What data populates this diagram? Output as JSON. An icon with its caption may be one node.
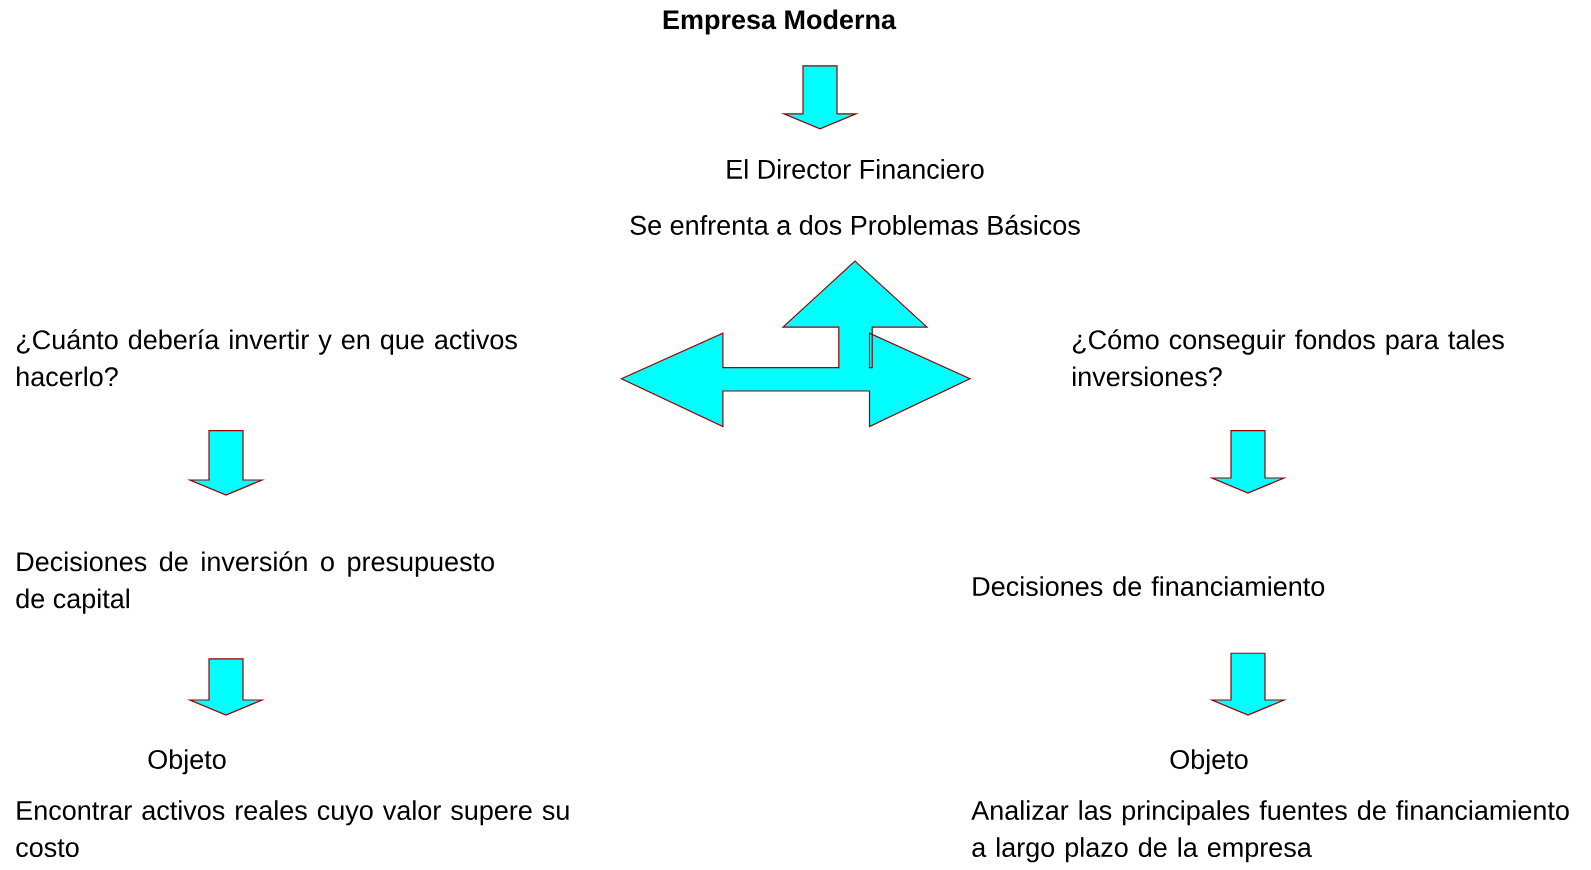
{
  "diagram": {
    "nodes": [
      {
        "text": [
          "Empresa Moderna"
        ]
      },
      {
        "text": [
          "El Director  Financiero",
          "Se enfrenta a dos Problemas Básicos"
        ]
      },
      {
        "text": [
          "¿Cuánto debería invertir y en que activos hacerlo?"
        ]
      },
      {
        "text": [
          "¿Cómo conseguir fondos para tales inversiones?"
        ]
      },
      {
        "text": [
          "Decisiones de inversión o presupuesto de capital"
        ]
      },
      {
        "text": [
          "Decisiones de financiamiento"
        ]
      },
      {
        "text": [
          "Objeto",
          "Encontrar activos reales cuyo valor supere su costo"
        ]
      },
      {
        "text": [
          "Objeto",
          "Analizar las principales fuentes de financiamiento a largo plazo de la empresa"
        ]
      }
    ],
    "edges": [
      {
        "from": 0,
        "to": 1,
        "arrow": "to"
      },
      {
        "from": 1,
        "to": 2,
        "arrow": "both"
      },
      {
        "from": 1,
        "to": 3,
        "arrow": "both"
      },
      {
        "from": 2,
        "to": 4,
        "arrow": "to"
      },
      {
        "from": 4,
        "to": 6,
        "arrow": "to"
      },
      {
        "from": 3,
        "to": 5,
        "arrow": "to"
      },
      {
        "from": 5,
        "to": 7,
        "arrow": "to"
      }
    ]
  }
}
